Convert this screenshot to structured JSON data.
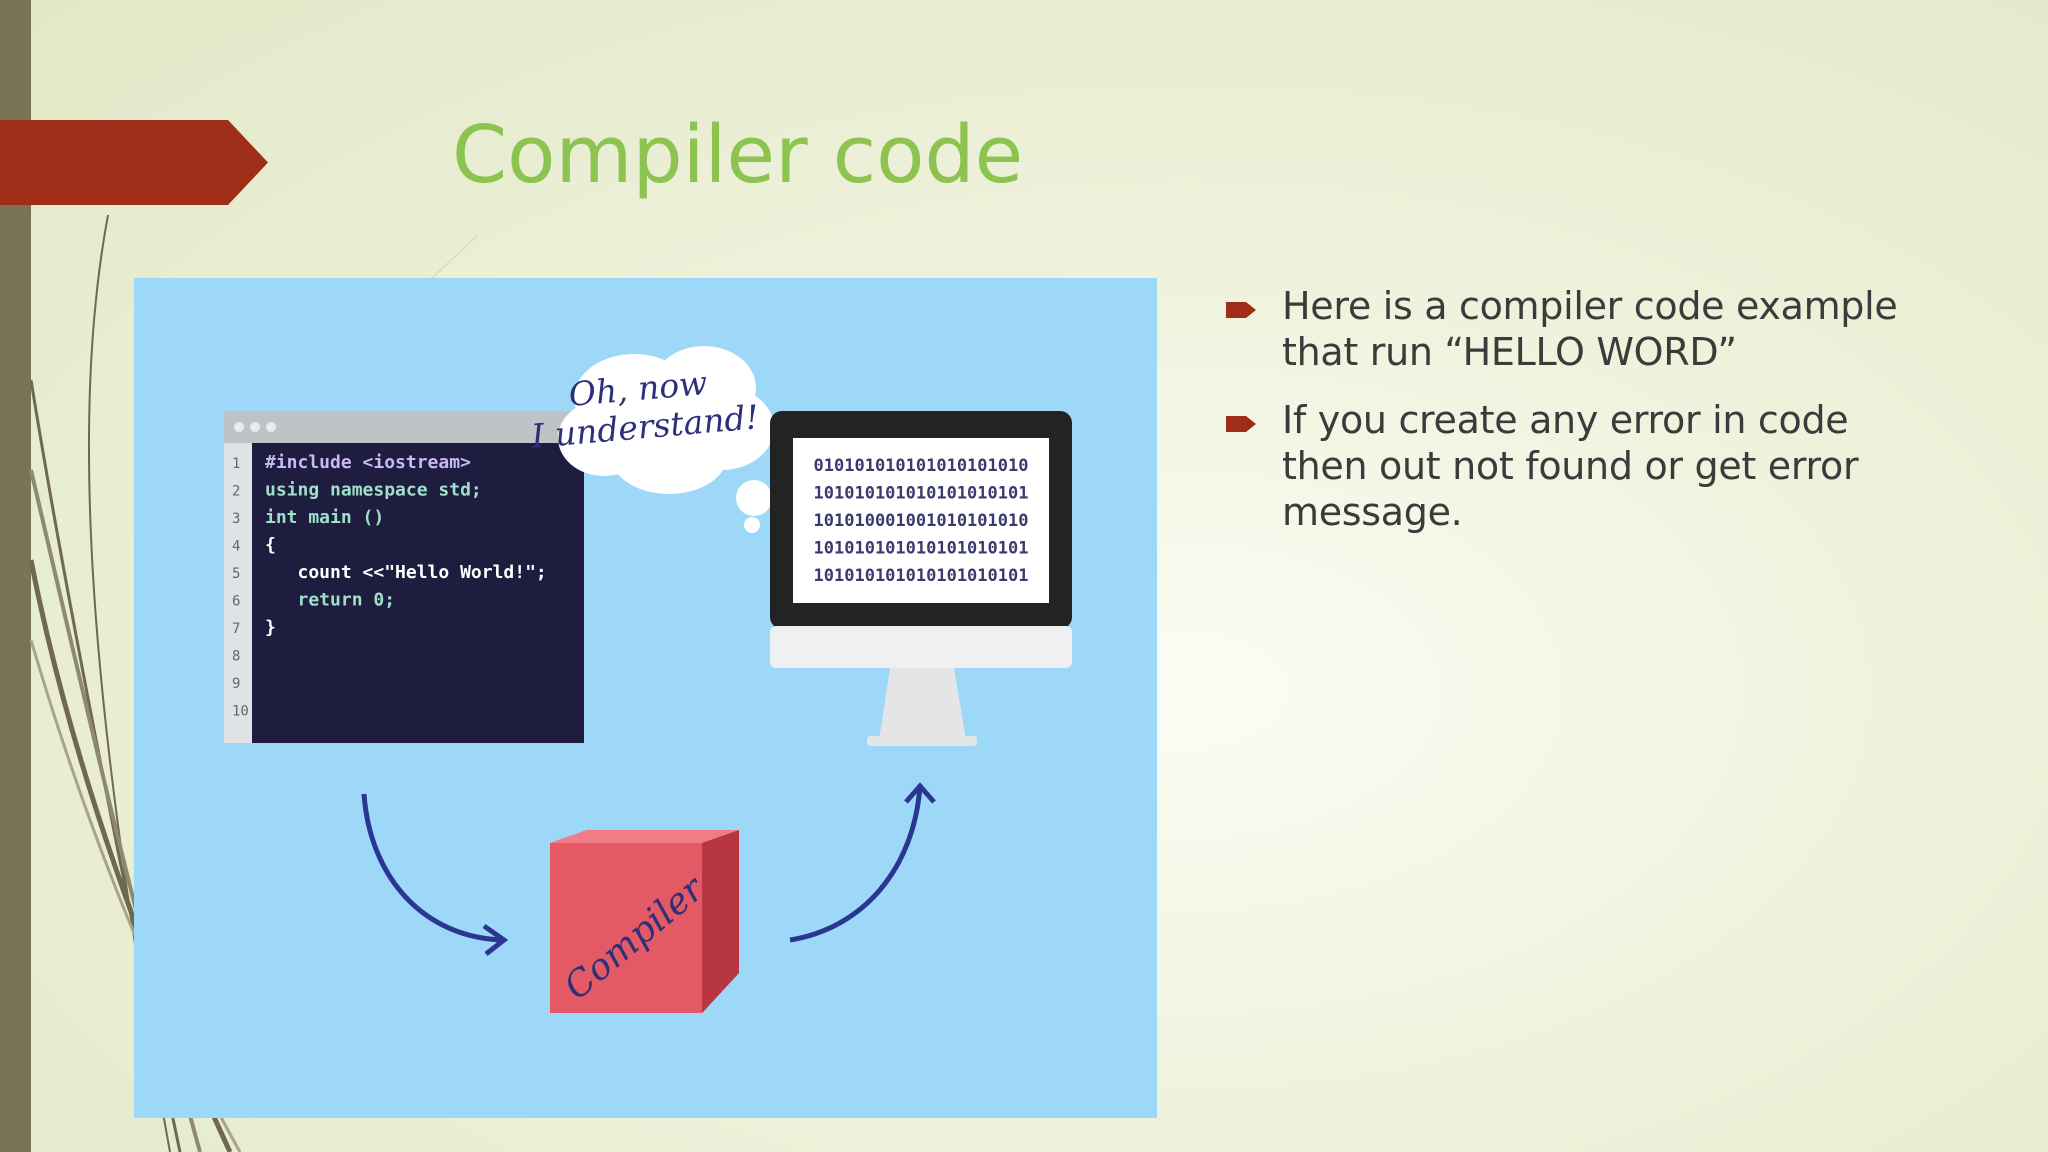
{
  "slide": {
    "title": "Compiler code",
    "bullets": [
      "Here is a compiler code example that run “HELLO WORD”",
      "If you create any error in code then out not found or get error message."
    ]
  },
  "figure": {
    "code_lines": [
      {
        "n": "1",
        "text": "#include <iostream>"
      },
      {
        "n": "2",
        "text": "using namespace std;"
      },
      {
        "n": "3",
        "text": "int main ()"
      },
      {
        "n": "4",
        "text": "{"
      },
      {
        "n": "5",
        "text": "   count <<\"Hello World!\";"
      },
      {
        "n": "6",
        "text": "   return 0;"
      },
      {
        "n": "7",
        "text": "}"
      },
      {
        "n": "8",
        "text": ""
      },
      {
        "n": "9",
        "text": ""
      },
      {
        "n": "10",
        "text": ""
      }
    ],
    "thought_line1": "Oh, now",
    "thought_line2": "I understand!",
    "binary_lines": [
      "010101010101010101010",
      "101010101010101010101",
      "101010001001010101010",
      "101010101010101010101",
      "101010101010101010101"
    ],
    "box_label": "Compiler"
  },
  "colors": {
    "title": "#8dc350",
    "accent_arrow": "#a02d17",
    "figure_bg": "#9ed8f9",
    "code_bg": "#1e1d3f",
    "cube_front": "#e45a64",
    "arrow": "#2b3693"
  }
}
